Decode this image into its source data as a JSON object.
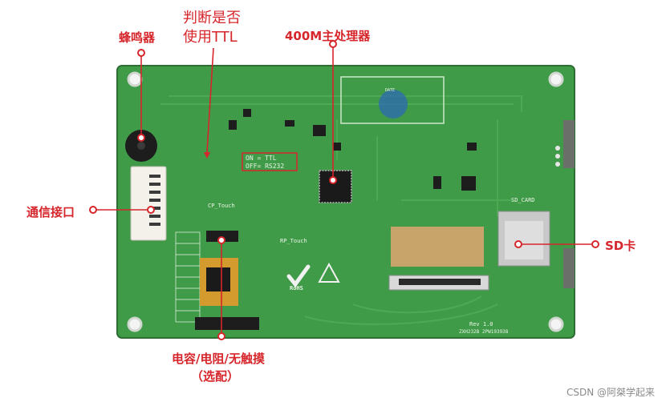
{
  "annotations": {
    "buzzer": "蜂鸣器",
    "ttl_q1": "判断是否",
    "ttl_q2": "使用TTL",
    "cpu": "400M主处理器",
    "interface": "通信接口",
    "sd": "SD卡",
    "touch1": "电容/电阻/无触摸",
    "touch2": "（选配）"
  },
  "silkscreen": {
    "on_ttl": "ON = TTL",
    "off_rs232": "OFF= RS232",
    "cp_touch": "CP_Touch",
    "rp_touch": "RP_Touch",
    "sd_card": "SD_CARD",
    "date": "DATE",
    "rev": "Rev 1.0",
    "model": "ZXH232B 2PW193938",
    "rohs": "RoHS"
  },
  "colors": {
    "board": "#3f9b47",
    "board_dark": "#2f7f39",
    "label_red": "#d6262b"
  },
  "watermark": "CSDN @阿桀学起来"
}
